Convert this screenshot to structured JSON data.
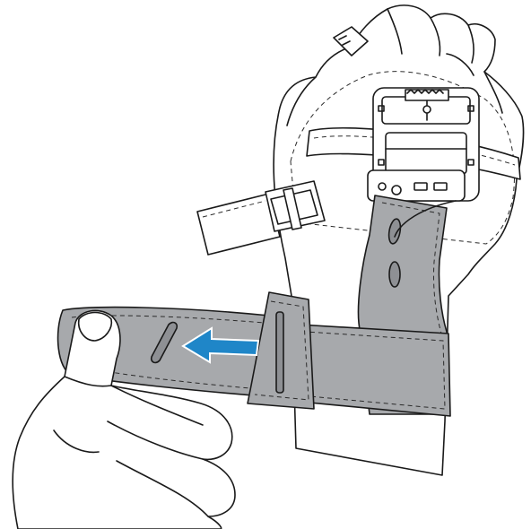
{
  "illustration": {
    "subject": "hand-mounted-device-wrist-strap-installation",
    "colors": {
      "skin": "#ffffff",
      "strap": "#a7a9ac",
      "strap_dark": "#8e9094",
      "device": "#ffffff",
      "ink": "#1a1a1a",
      "arrow": "#1f86c8"
    },
    "arrow_direction": "left",
    "icons": [
      "hand-outline",
      "wrist-strap",
      "finger-trigger",
      "wearable-device-mount",
      "buckle",
      "direction-arrow"
    ]
  }
}
